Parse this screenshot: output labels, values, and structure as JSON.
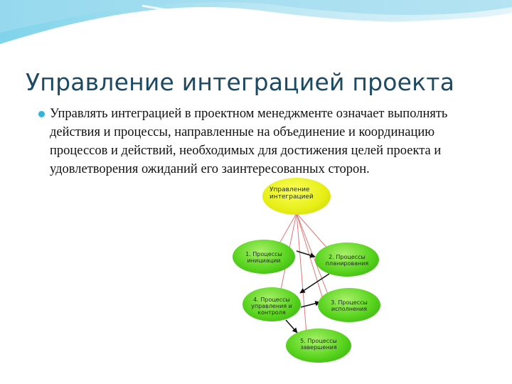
{
  "slide": {
    "title": "Управление интеграцией проекта",
    "bullet": "Управлять интеграцией в проектном менеджменте означает выполнять действия и процессы, направленные на объединение и координацию процессов и действий, необходимых для достижения целей проекта и удовлетворения ожиданий его заинтересованных сторон."
  },
  "diagram": {
    "center": {
      "line1": "Управление",
      "line2": "интеграцией"
    },
    "processes": [
      {
        "line1": "1. Процессы",
        "line2": "инициации",
        "line3": ""
      },
      {
        "line1": "2. Процессы",
        "line2": "планирования",
        "line3": ""
      },
      {
        "line1": "4. Процессы",
        "line2": "управления и",
        "line3": "контроля"
      },
      {
        "line1": "3. Процессы",
        "line2": "исполнения",
        "line3": ""
      },
      {
        "line1": "5. Процессы",
        "line2": "завершения",
        "line3": ""
      }
    ],
    "colors": {
      "center_fill": "#e6ee14",
      "process_fill": "#59d41e",
      "link_line": "#e07878",
      "link_dot": "#e8504a",
      "flow_arrow": "#111111"
    }
  }
}
